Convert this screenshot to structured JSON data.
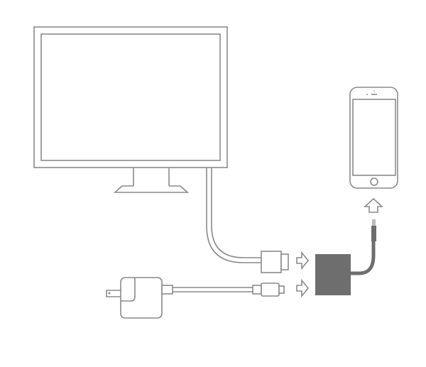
{
  "diagram": {
    "colors": {
      "line": "#8a8a8a",
      "adapter_fill": "#6e6e6e",
      "background": "#ffffff"
    },
    "components": [
      "monitor",
      "hdmi-cable",
      "power-adapter",
      "usb-cable",
      "av-adapter",
      "iphone"
    ]
  }
}
